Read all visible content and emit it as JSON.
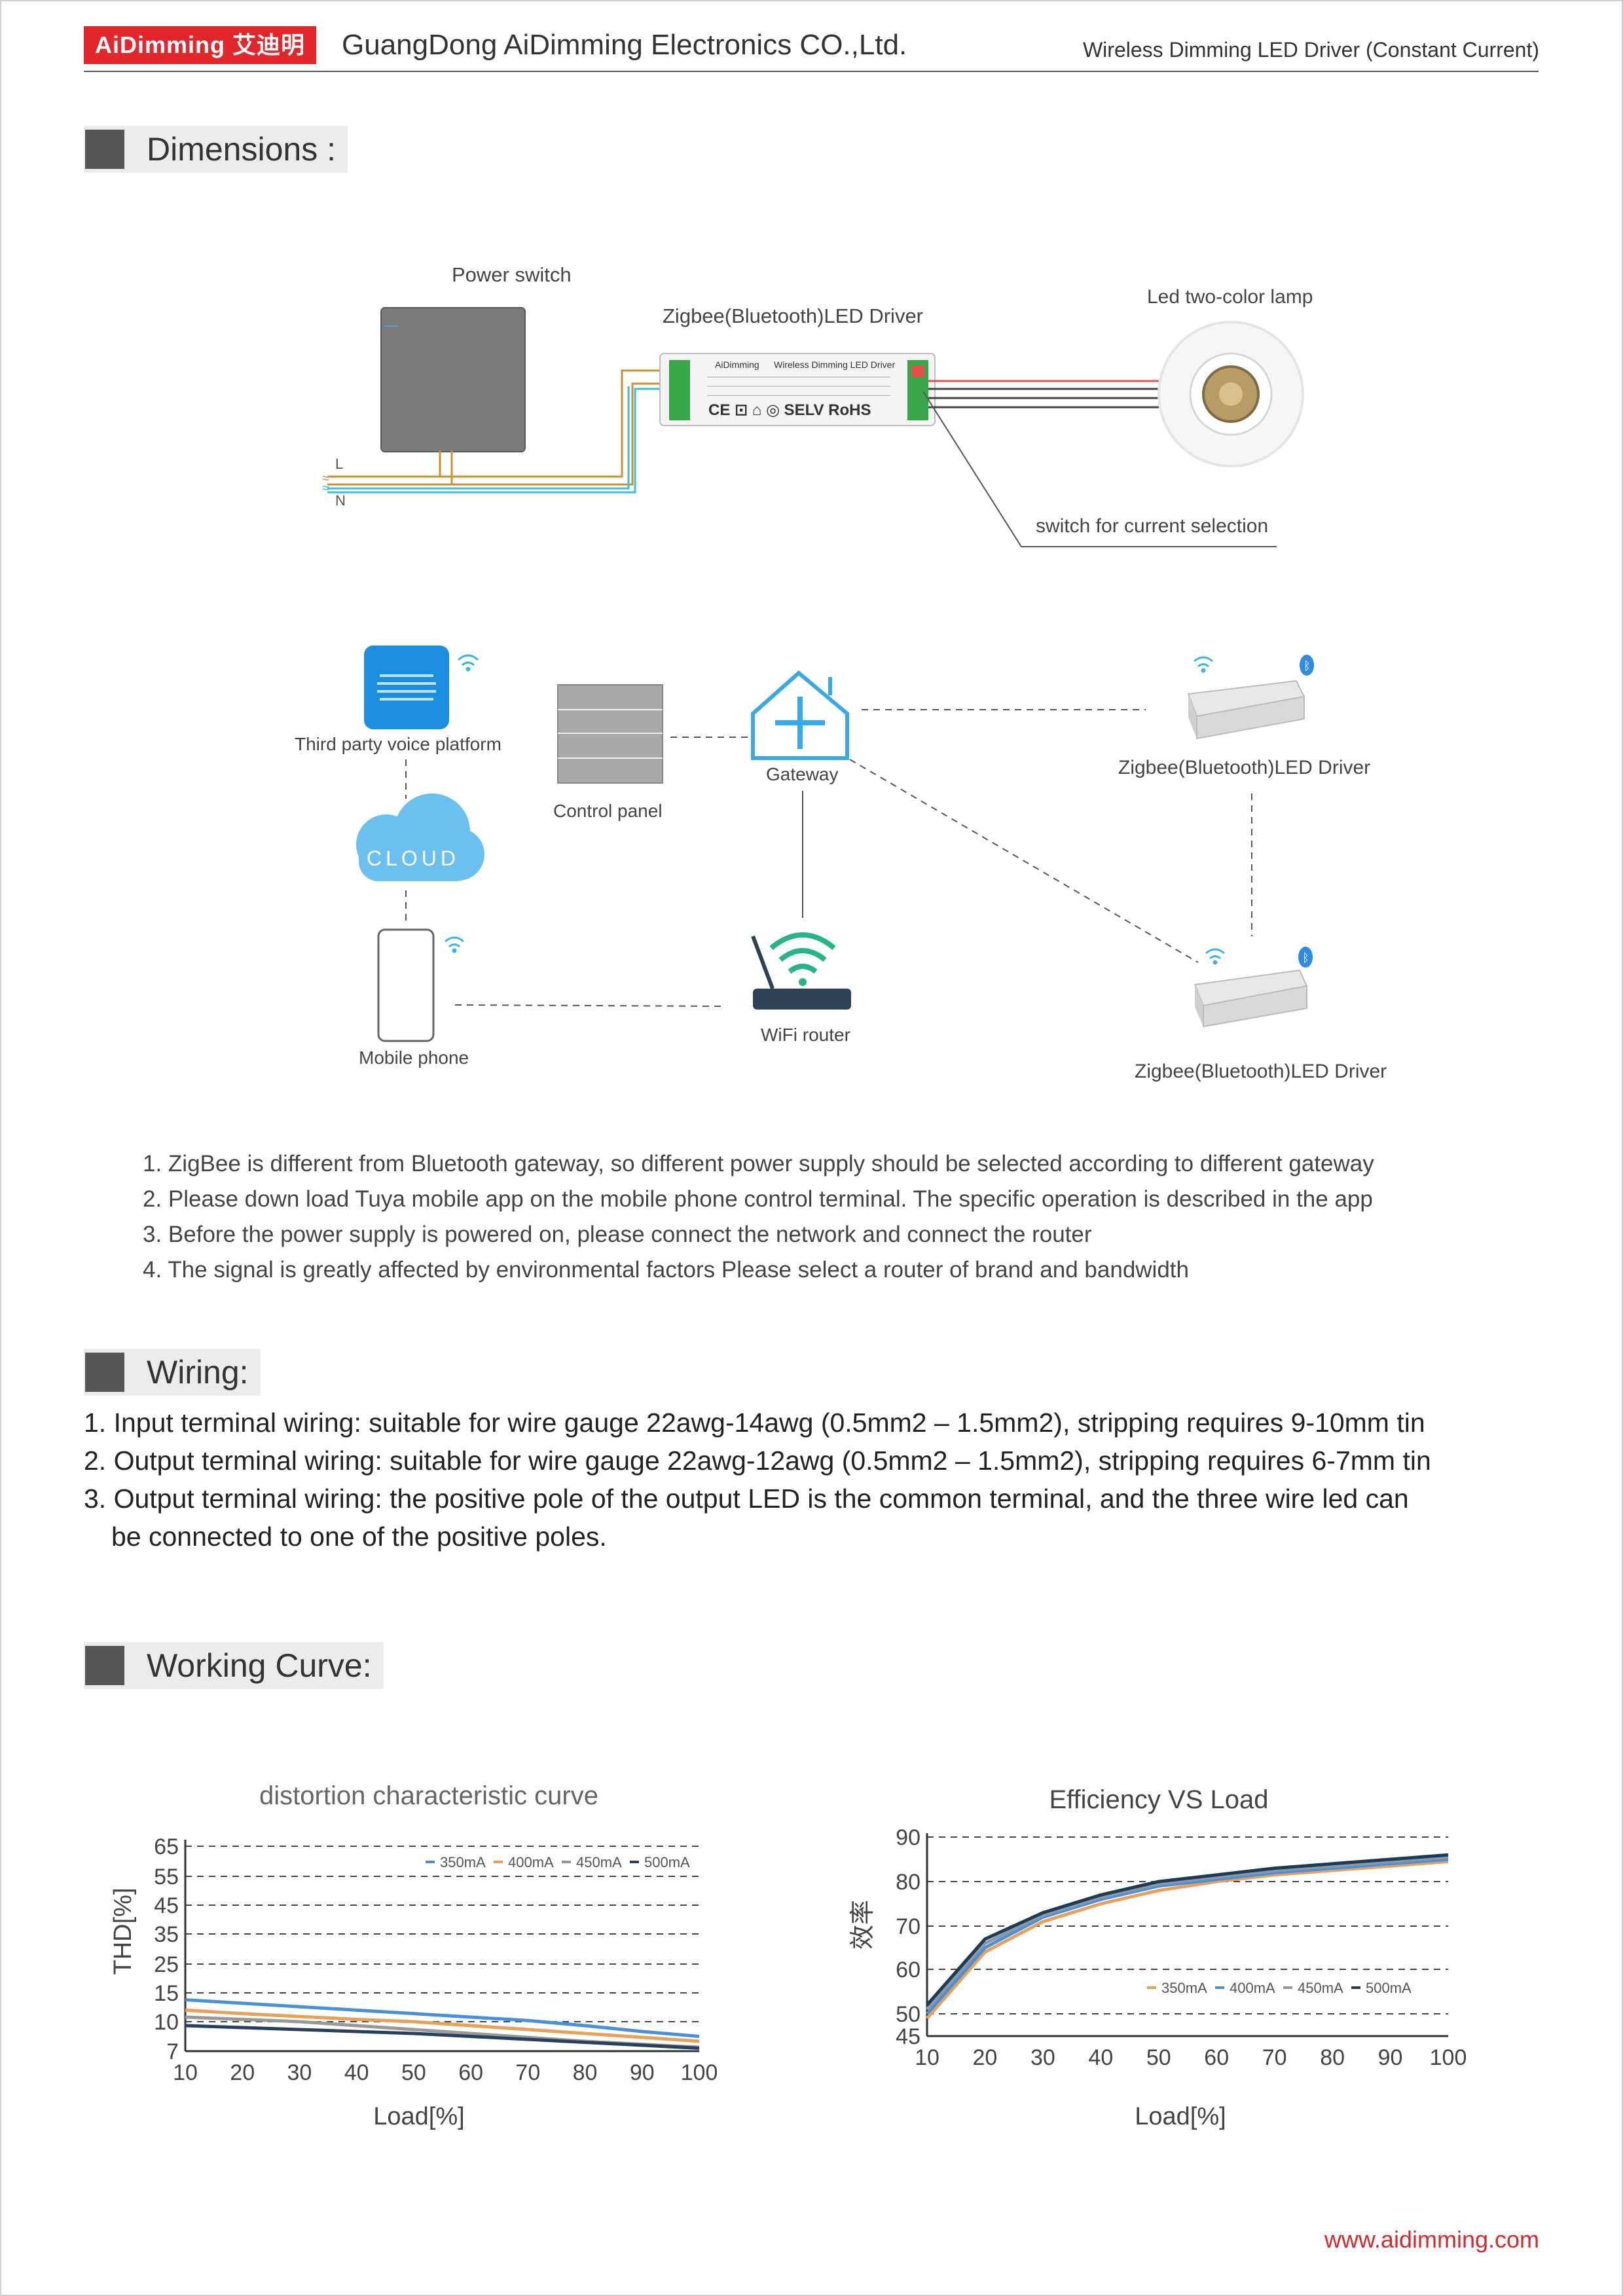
{
  "header": {
    "logo": "AiDimming 艾迪明",
    "company": "GuangDong AiDimming Electronics CO.,Ltd.",
    "product": "Wireless Dimming LED Driver (Constant Current)"
  },
  "sections": {
    "dimensions": "Dimensions :",
    "wiring": "Wiring:",
    "working_curve": "Working Curve:"
  },
  "diagram1": {
    "power_switch": "Power switch",
    "driver": "Zigbee(Bluetooth)LED Driver",
    "lamp": "Led two-color lamp",
    "switch_note": "switch for current selection",
    "l": "L",
    "n": "N",
    "driver_brand": "AiDimming",
    "driver_title": "Wireless Dimming LED Driver",
    "driver_marks": "CE ⊡ ⌂ ◎ SELV RoHS"
  },
  "diagram2": {
    "voice": "Third party voice platform",
    "cloud": "CLOUD",
    "mobile": "Mobile phone",
    "control_panel": "Control panel",
    "gateway": "Gateway",
    "router": "WiFi router",
    "driver_a": "Zigbee(Bluetooth)LED Driver",
    "driver_b": "Zigbee(Bluetooth)LED Driver"
  },
  "notes": [
    "1. ZigBee is different from Bluetooth gateway, so different power supply should be selected according to different gateway",
    "2. Please down load Tuya mobile app on the mobile phone control terminal. The specific operation is described in the app",
    "3. Before the power supply is powered on, please connect the network and connect the router",
    "4. The signal is greatly affected by environmental factors Please select a router of brand and bandwidth"
  ],
  "wiring": [
    "1. Input terminal wiring: suitable for wire gauge 22awg-14awg (0.5mm2 – 1.5mm2), stripping requires 9-10mm tin",
    "2. Output terminal wiring: suitable for wire gauge 22awg-12awg (0.5mm2 – 1.5mm2), stripping requires 6-7mm tin",
    "3. Output terminal wiring: the positive pole of the output LED is the common terminal, and the three wire led can",
    "be connected to one of the positive poles."
  ],
  "footer": {
    "url": "www.aidimming.com"
  },
  "chart_data": [
    {
      "type": "line",
      "title": "distortion characteristic curve",
      "xlabel": "Load[%]",
      "ylabel": "THD[%]",
      "x": [
        10,
        20,
        30,
        40,
        50,
        60,
        70,
        80,
        90,
        100
      ],
      "yticks": [
        7,
        10,
        15,
        25,
        35,
        45,
        55,
        65
      ],
      "xlim": [
        10,
        100
      ],
      "legend": "top-right",
      "grid": "horizontal-dashed",
      "series": [
        {
          "name": "350mA",
          "color": "#4a90d9",
          "values": [
            13.8,
            13.2,
            12.6,
            12.0,
            11.4,
            10.8,
            10.2,
            9.6,
            9.0,
            8.5
          ]
        },
        {
          "name": "400mA",
          "color": "#e8a05a",
          "values": [
            12.0,
            11.4,
            10.9,
            10.4,
            10.0,
            9.6,
            9.2,
            8.8,
            8.4,
            8.0
          ]
        },
        {
          "name": "450mA",
          "color": "#999999",
          "values": [
            10.8,
            10.4,
            10.0,
            9.6,
            9.2,
            8.8,
            8.4,
            8.0,
            7.7,
            7.4
          ]
        },
        {
          "name": "500mA",
          "color": "#2a3f5f",
          "values": [
            9.6,
            9.4,
            9.2,
            9.0,
            8.8,
            8.5,
            8.2,
            7.9,
            7.6,
            7.3
          ]
        }
      ]
    },
    {
      "type": "line",
      "title": "Efficiency VS Load",
      "xlabel": "Load[%]",
      "ylabel": "效率",
      "x": [
        10,
        20,
        30,
        40,
        50,
        60,
        70,
        80,
        90,
        100
      ],
      "yticks": [
        45,
        50,
        60,
        70,
        80,
        90
      ],
      "ylim": [
        45,
        90
      ],
      "xlim": [
        10,
        100
      ],
      "legend": "bottom-right",
      "grid": "horizontal-dashed",
      "series": [
        {
          "name": "350mA",
          "color": "#e8a05a",
          "values": [
            49,
            64,
            71,
            75,
            78,
            80,
            81.5,
            82.5,
            83.5,
            84.5
          ]
        },
        {
          "name": "400mA",
          "color": "#4a90d9",
          "values": [
            50,
            65,
            72,
            76,
            79,
            80.5,
            82,
            83,
            84,
            85
          ]
        },
        {
          "name": "450mA",
          "color": "#8a99a8",
          "values": [
            51,
            66,
            72.5,
            76.5,
            79.5,
            81,
            82.5,
            83.5,
            84.5,
            85.5
          ]
        },
        {
          "name": "500mA",
          "color": "#1f3a55",
          "values": [
            52,
            67,
            73,
            77,
            80,
            81.5,
            83,
            84,
            85,
            86
          ]
        }
      ]
    }
  ]
}
